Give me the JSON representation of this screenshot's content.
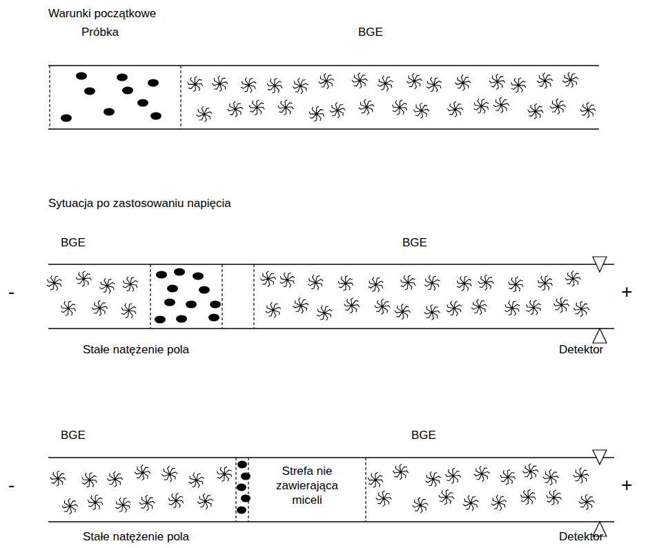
{
  "diagram": {
    "labels": [
      "Warunki początkowe",
      "Próbka",
      "BGE",
      "Sytuacja po zastosowaniu napięcia",
      "BGE",
      "BGE",
      "-",
      "+",
      "Stałe natężenie pola",
      "Detektor",
      "BGE",
      "BGE",
      "Strefa nie zawierająca miceli",
      "-",
      "+",
      "Stałe natężenie pola",
      "Detektor"
    ]
  }
}
